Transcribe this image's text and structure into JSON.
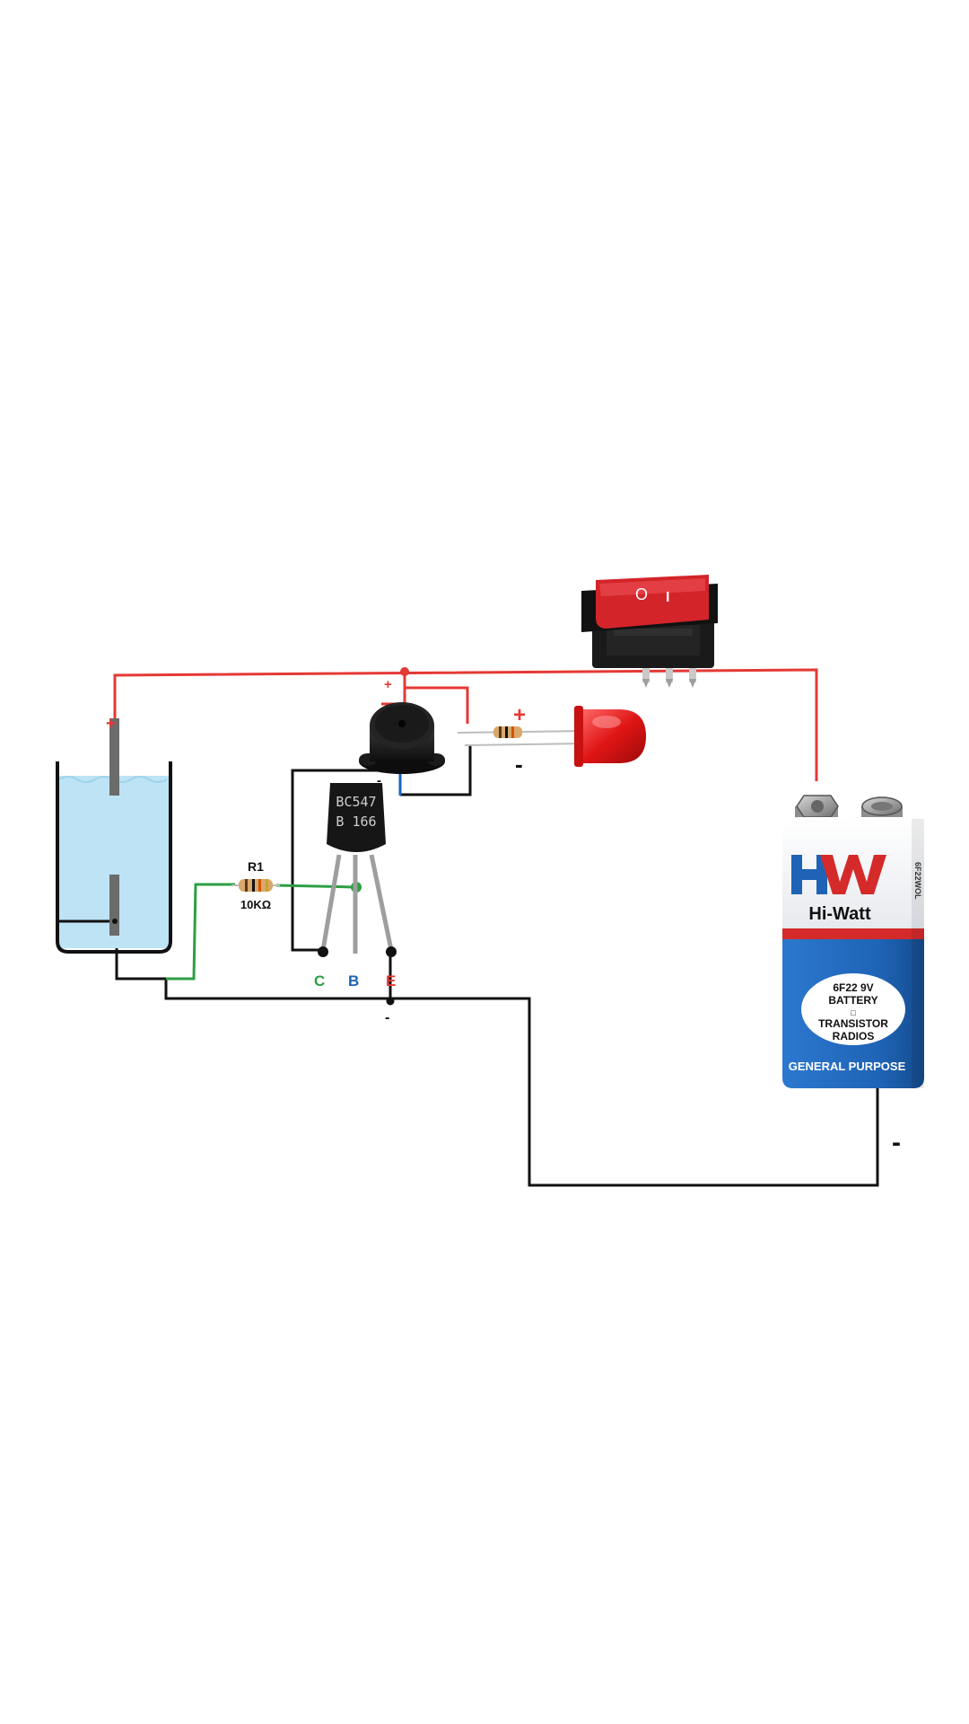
{
  "diagram": {
    "resistor": {
      "name": "R1",
      "value": "10KΩ"
    },
    "transistor": {
      "line1": "BC547",
      "line2": "B 166"
    },
    "pins": {
      "c": "C",
      "b": "B",
      "e": "E"
    },
    "switch": {
      "off_mark": "O",
      "on_mark": "I"
    },
    "polarity": {
      "plus": "+",
      "minus": "-"
    },
    "battery": {
      "logo": "HW",
      "brand": "Hi-Watt",
      "type_line": "6F22 9V",
      "line2": "BATTERY",
      "line3": "□",
      "line4": "TRANSISTOR",
      "line5": "RADIOS",
      "bottom": "GENERAL PURPOSE",
      "side": "6F22WOL"
    }
  },
  "colors": {
    "wire_positive": "#e53935",
    "wire_ground": "#111111",
    "wire_base": "#2e9e45",
    "wire_buzzer_neg": "#1565c0",
    "water": "#bde3f5",
    "battery_blue": "#1e63b5",
    "battery_red": "#d42a2a",
    "led_red": "#e01515",
    "switch_red": "#d3242a"
  },
  "icons": [
    "water-tank-icon",
    "probe-icon",
    "resistor-icon",
    "transistor-icon",
    "buzzer-icon",
    "led-icon",
    "rocker-switch-icon",
    "battery-9v-icon"
  ]
}
